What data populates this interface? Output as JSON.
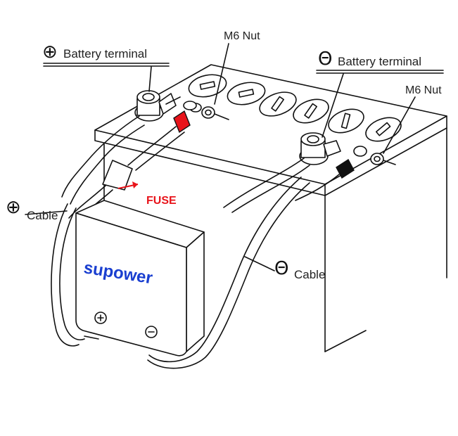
{
  "labels": {
    "pos_terminal_symbol": "⊕",
    "pos_terminal_text": "Battery terminal",
    "neg_terminal_symbol": "Θ",
    "neg_terminal_text": "Battery terminal",
    "m6_nut_left": "M6 Nut",
    "m6_nut_right": "M6 Nut",
    "pos_cable_symbol": "⊕",
    "pos_cable_text": "Cable",
    "neg_cable_symbol": "Θ",
    "neg_cable_text": "Cable",
    "fuse": "FUSE",
    "brand": "supower",
    "charger_plus": "⊕",
    "charger_minus": "⊖"
  },
  "colors": {
    "fuse_text": "#e8141b",
    "fuse_arrow": "#e8141b",
    "brand_text": "#1a3fd0",
    "pos_cap": "#e8141b",
    "neg_cap": "#111111",
    "line": "#111111"
  }
}
